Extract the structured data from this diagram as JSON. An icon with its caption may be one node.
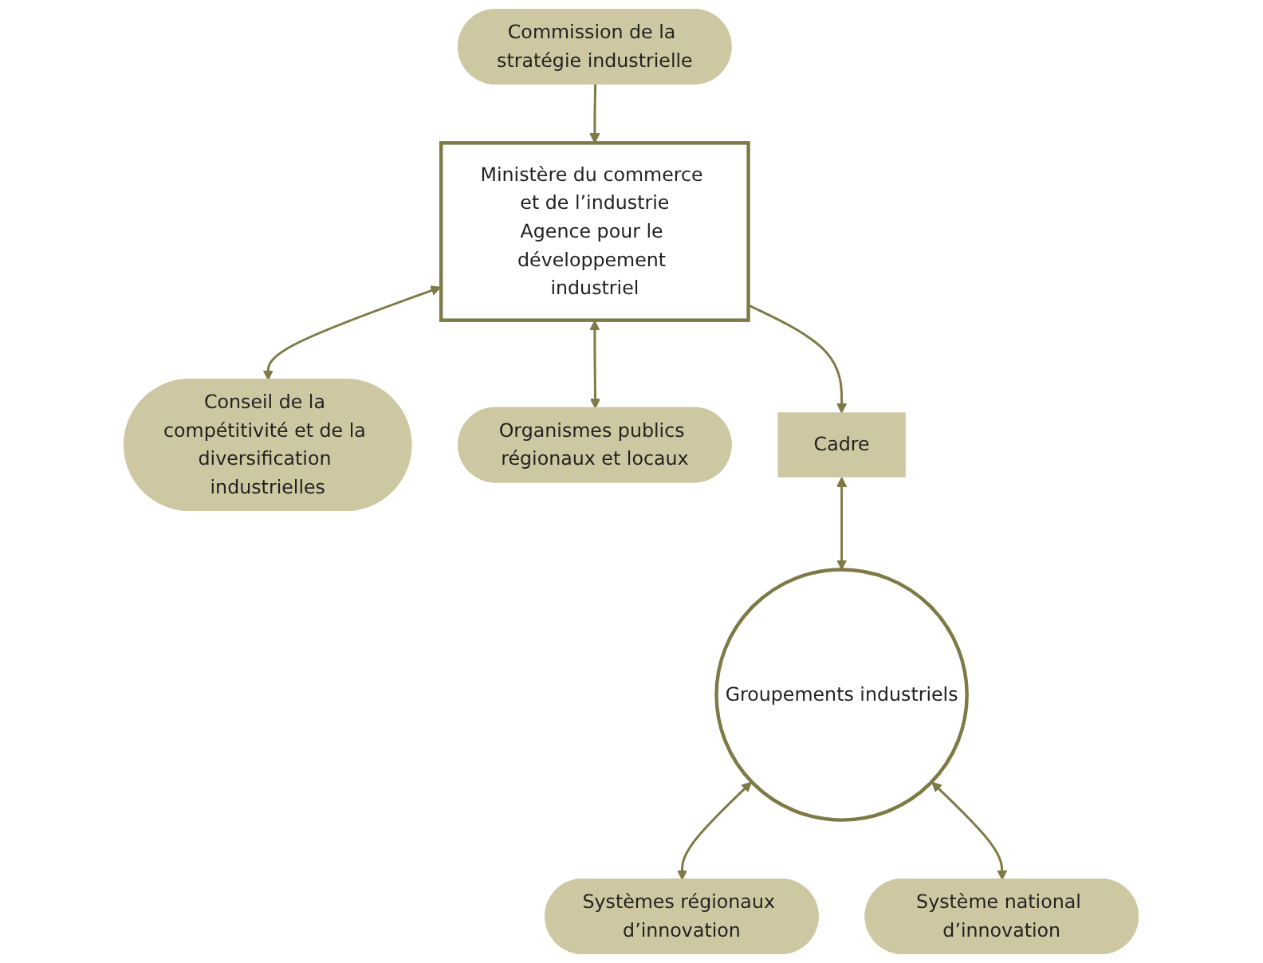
{
  "diagram": {
    "nodes": [
      {
        "text": [
          "Commission de la stratégie industrielle"
        ]
      },
      {
        "text": [
          "Ministère du commerce et de l’industrie",
          "Agence pour le développement industriel"
        ]
      },
      {
        "text": [
          "Conseil de la compétitivité et de la diversification industrielles"
        ]
      },
      {
        "text": [
          "Organismes publics régionaux et locaux"
        ]
      },
      {
        "text": [
          "Cadre"
        ]
      },
      {
        "text": [
          "Systèmes régionaux d’innovation"
        ]
      },
      {
        "text": [
          "Groupements industriels"
        ]
      },
      {
        "text": [
          "Système national d’innovation"
        ]
      }
    ],
    "edges": [
      {
        "from": 0,
        "to": 1,
        "arrow": "to"
      },
      {
        "from": 1,
        "to": 2,
        "arrow": "both"
      },
      {
        "from": 1,
        "to": 3,
        "arrow": "both"
      },
      {
        "from": 1,
        "to": 4,
        "arrow": "to"
      },
      {
        "from": 4,
        "to": 6,
        "arrow": "both"
      },
      {
        "from": 6,
        "to": 5,
        "arrow": "both"
      },
      {
        "from": 6,
        "to": 7,
        "arrow": "both"
      }
    ]
  }
}
